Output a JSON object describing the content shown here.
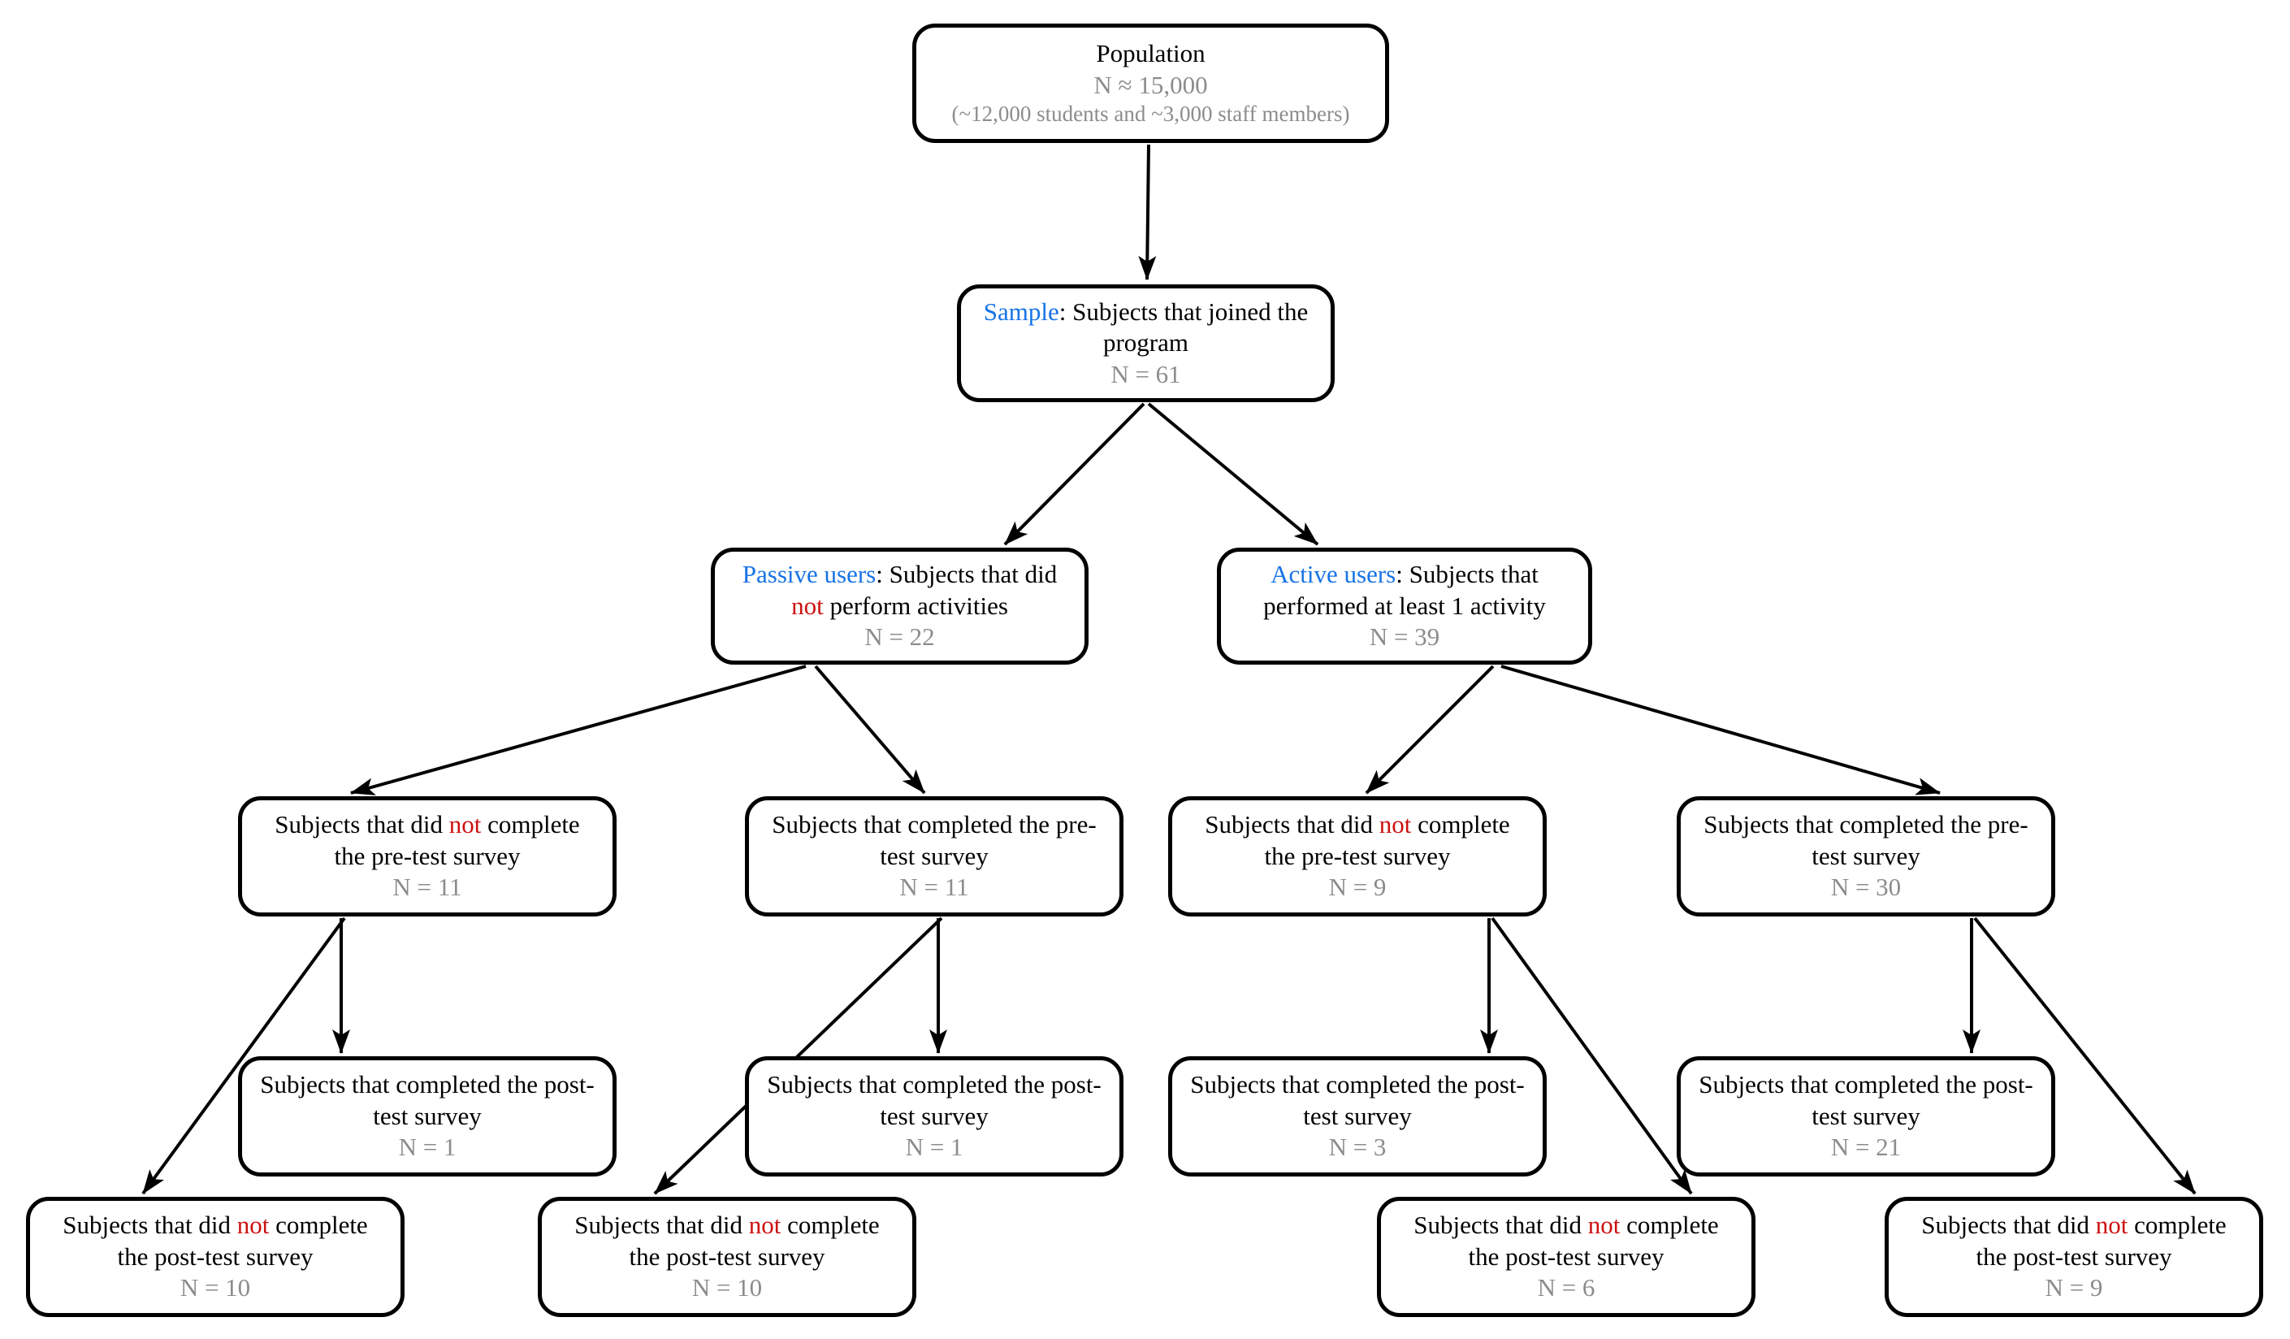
{
  "colors": {
    "label_blue": "#1673E6",
    "negation_red": "#CC1111",
    "n_gray": "#8C8C8C",
    "line_black": "#000000"
  },
  "nodes": {
    "population": {
      "title": "Population",
      "n": "N ≈ 15,000",
      "note": "(~12,000 students and ~3,000 staff members)"
    },
    "sample": {
      "label": "Sample",
      "desc": ": Subjects that joined the program",
      "n": "N = 61"
    },
    "passive": {
      "label": "Passive users",
      "desc_before": ": Subjects that did ",
      "negation": "not",
      "desc_after": " perform activities",
      "n": "N = 22"
    },
    "active": {
      "label": "Active users",
      "desc": ": Subjects that performed at least 1 activity",
      "n": "N = 39"
    },
    "passive_pre_incomplete": {
      "text_before": "Subjects that did ",
      "negation": "not",
      "text_after": " complete the pre-test survey",
      "n": "N = 11"
    },
    "passive_pre_complete": {
      "text": "Subjects that completed the pre-test survey",
      "n": "N = 11"
    },
    "active_pre_incomplete": {
      "text_before": "Subjects that did ",
      "negation": "not",
      "text_after": " complete the pre-test survey",
      "n": "N = 9"
    },
    "active_pre_complete": {
      "text": "Subjects that completed the pre-test survey",
      "n": "N = 30"
    },
    "post_complete_1": {
      "text": "Subjects that completed the post-test survey",
      "n": "N = 1"
    },
    "post_complete_2": {
      "text": "Subjects that completed the post-test survey",
      "n": "N = 1"
    },
    "post_complete_3": {
      "text": "Subjects that completed the post-test survey",
      "n": "N = 3"
    },
    "post_complete_4": {
      "text": "Subjects that completed the post-test survey",
      "n": "N = 21"
    },
    "post_incomplete_1": {
      "text_before": "Subjects that did ",
      "negation": "not",
      "text_after": " complete the post-test survey",
      "n": "N = 10"
    },
    "post_incomplete_2": {
      "text_before": "Subjects that did ",
      "negation": "not",
      "text_after": " complete the post-test survey",
      "n": "N = 10"
    },
    "post_incomplete_3": {
      "text_before": "Subjects that did ",
      "negation": "not",
      "text_after": " complete the post-test survey",
      "n": "N = 6"
    },
    "post_incomplete_4": {
      "text_before": "Subjects that did ",
      "negation": "not",
      "text_after": " complete the post-test survey",
      "n": "N = 9"
    }
  }
}
